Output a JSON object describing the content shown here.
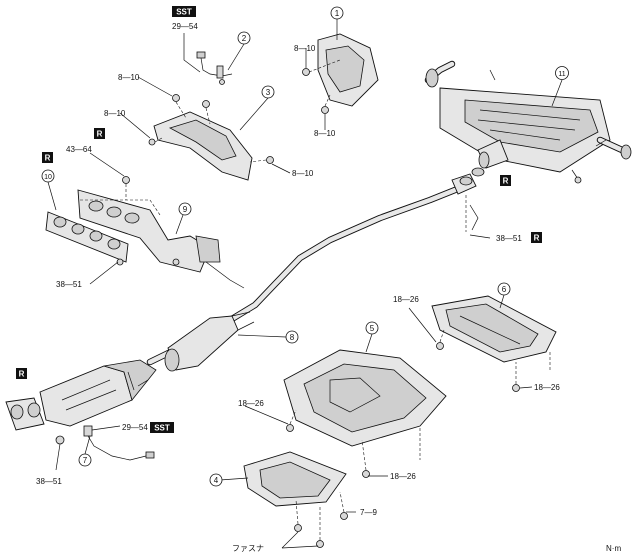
{
  "parts": [
    {
      "id": "p1",
      "number": "1"
    },
    {
      "id": "p2",
      "number": "2"
    },
    {
      "id": "p3",
      "number": "3"
    },
    {
      "id": "p4",
      "number": "4"
    },
    {
      "id": "p5",
      "number": "5"
    },
    {
      "id": "p6",
      "number": "6"
    },
    {
      "id": "p7",
      "number": "7"
    },
    {
      "id": "p8",
      "number": "8"
    },
    {
      "id": "p9",
      "number": "9"
    },
    {
      "id": "p10",
      "number": "10"
    },
    {
      "id": "p11",
      "number": "11"
    }
  ],
  "torques": {
    "t_sst_top": "29—54",
    "t_8_10_a": "8—10",
    "t_8_10_b": "8—10",
    "t_8_10_c": "8—10",
    "t_8_10_d": "8—10",
    "t_8_10_e": "8—10",
    "t_43_64": "43—64",
    "t_38_51_a": "38—51",
    "t_38_51_b": "38—51",
    "t_38_51_c": "38—51",
    "t_18_26_a": "18—26",
    "t_18_26_b": "18—26",
    "t_18_26_c": "18—26",
    "t_18_26_d": "18—26",
    "t_29_54_b": "29—54",
    "t_7_9": "7—9"
  },
  "tags": {
    "sst": "SST",
    "replace": "R"
  },
  "fastener_label": "ファスナ",
  "unit": "N·m"
}
